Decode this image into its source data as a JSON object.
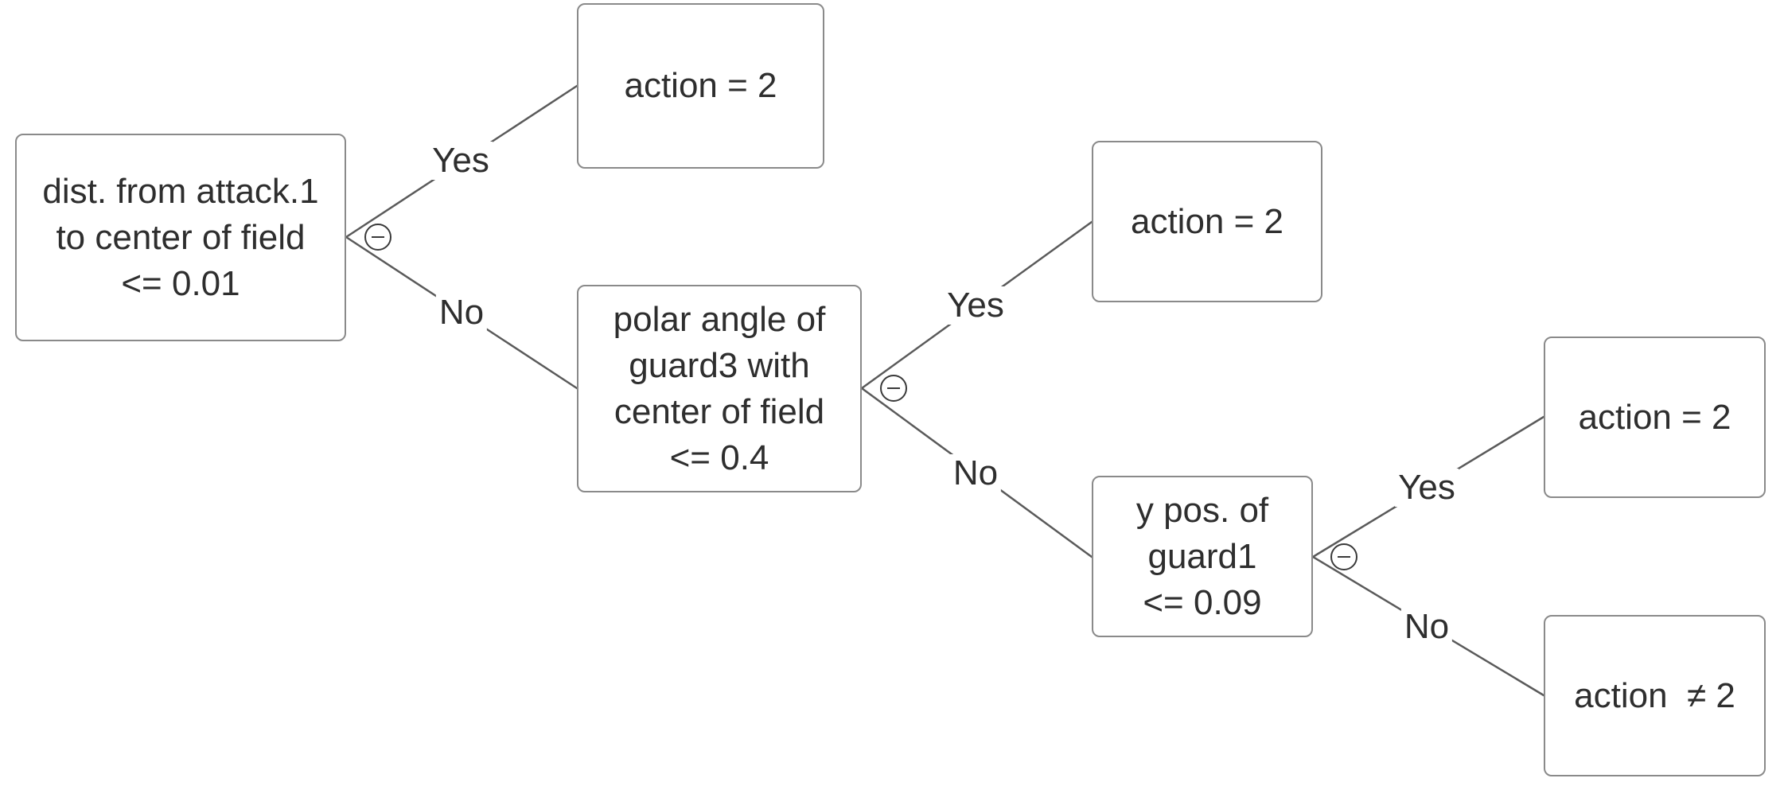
{
  "tree": {
    "root": {
      "condition": "dist. from attack.1\nto center of field\n<= 0.01",
      "yes_label": "Yes",
      "no_label": "No",
      "yes_leaf": "action = 2"
    },
    "node2": {
      "condition": "polar angle of\nguard3 with\ncenter of field\n<= 0.4",
      "yes_label": "Yes",
      "no_label": "No",
      "yes_leaf": "action = 2"
    },
    "node3": {
      "condition": "y pos. of\nguard1\n<= 0.09",
      "yes_label": "Yes",
      "no_label": "No",
      "yes_leaf": "action = 2",
      "no_leaf": "action  ≠ 2"
    }
  },
  "colors": {
    "edge": "#5a5a5a",
    "border": "#8a8a8a",
    "text": "#2e2e2e"
  },
  "icons": {
    "collapse": "collapse-minus-icon"
  }
}
